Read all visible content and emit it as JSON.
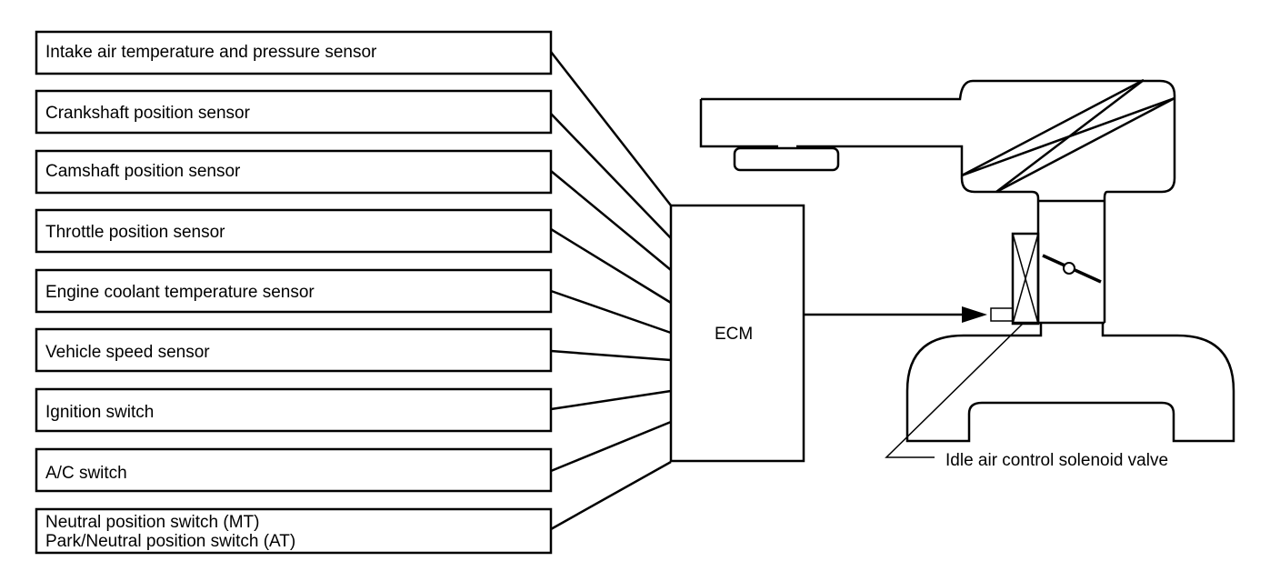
{
  "sensors": [
    {
      "label": "Intake air temperature and pressure sensor"
    },
    {
      "label": "Crankshaft position sensor"
    },
    {
      "label": "Camshaft position sensor"
    },
    {
      "label": "Throttle position sensor"
    },
    {
      "label": "Engine coolant temperature sensor"
    },
    {
      "label": "Vehicle speed sensor"
    },
    {
      "label": "Ignition switch"
    },
    {
      "label": "A/C switch"
    },
    {
      "label": "Neutral position switch (MT)",
      "label2": "Park/Neutral position switch (AT)"
    }
  ],
  "ecm": {
    "label": "ECM"
  },
  "valve": {
    "label": "Idle air control solenoid valve"
  }
}
